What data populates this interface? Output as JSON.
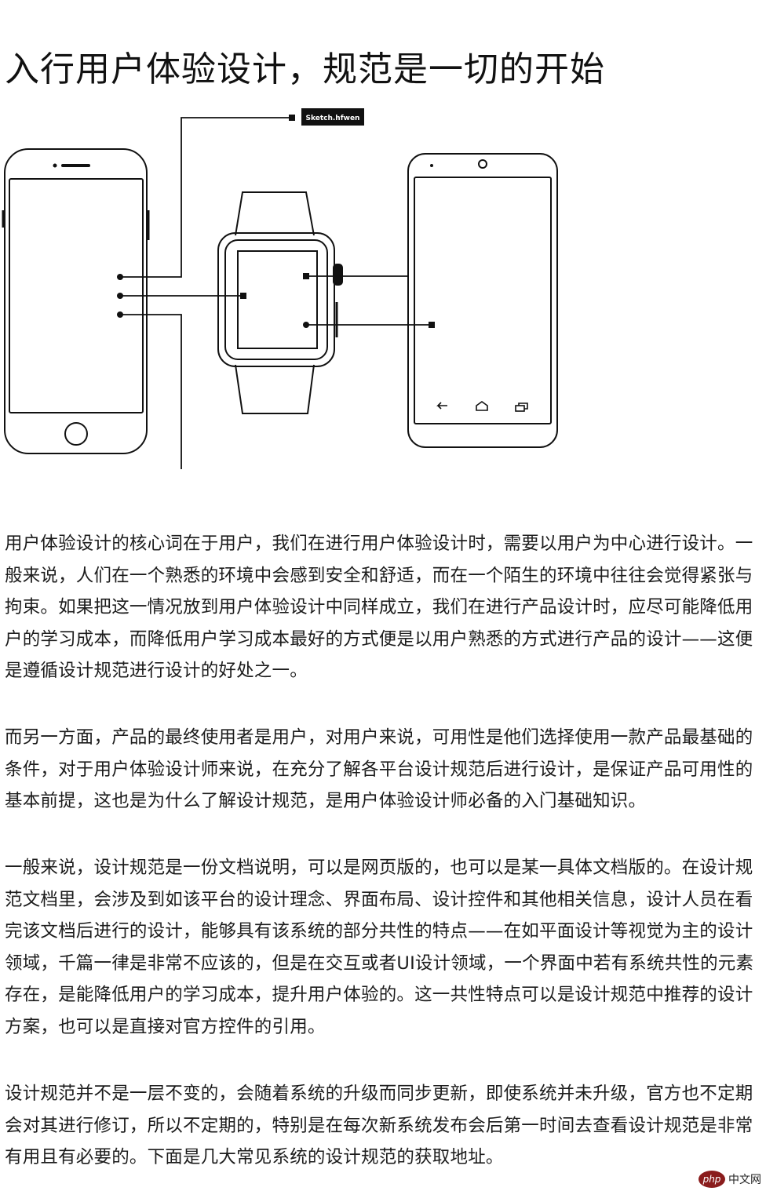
{
  "title": "入行用户体验设计，规范是一切的开始",
  "illustration": {
    "label_tag": "Sketch.hfwen"
  },
  "paragraphs": [
    "用户体验设计的核心词在于用户，我们在进行用户体验设计时，需要以用户为中心进行设计。一般来说，人们在一个熟悉的环境中会感到安全和舒适，而在一个陌生的环境中往往会觉得紧张与拘束。如果把这一情况放到用户体验设计中同样成立，我们在进行产品设计时，应尽可能降低用户的学习成本，而降低用户学习成本最好的方式便是以用户熟悉的方式进行产品的设计——这便是遵循设计规范进行设计的好处之一。",
    "而另一方面，产品的最终使用者是用户，对用户来说，可用性是他们选择使用一款产品最基础的条件，对于用户体验设计师来说，在充分了解各平台设计规范后进行设计，是保证产品可用性的基本前提，这也是为什么了解设计规范，是用户体验设计师必备的入门基础知识。",
    "一般来说，设计规范是一份文档说明，可以是网页版的，也可以是某一具体文档版的。在设计规范文档里，会涉及到如该平台的设计理念、界面布局、设计控件和其他相关信息，设计人员在看完该文档后进行的设计，能够具有该系统的部分共性的特点——在如平面设计等视觉为主的设计领域，千篇一律是非常不应该的，但是在交互或者UI设计领域，一个界面中若有系统共性的元素存在，是能降低用户的学习成本，提升用户体验的。这一共性特点可以是设计规范中推荐的设计方案，也可以是直接对官方控件的引用。",
    "设计规范并不是一层不变的，会随着系统的升级而同步更新，即使系统并未升级，官方也不定期会对其进行修订，所以不定期的，特别是在每次新系统发布会后第一时间去查看设计规范是非常有用且有必要的。下面是几大常见系统的设计规范的获取地址。"
  ],
  "watermark": {
    "logo_text": "php",
    "site_text": "中文网"
  }
}
